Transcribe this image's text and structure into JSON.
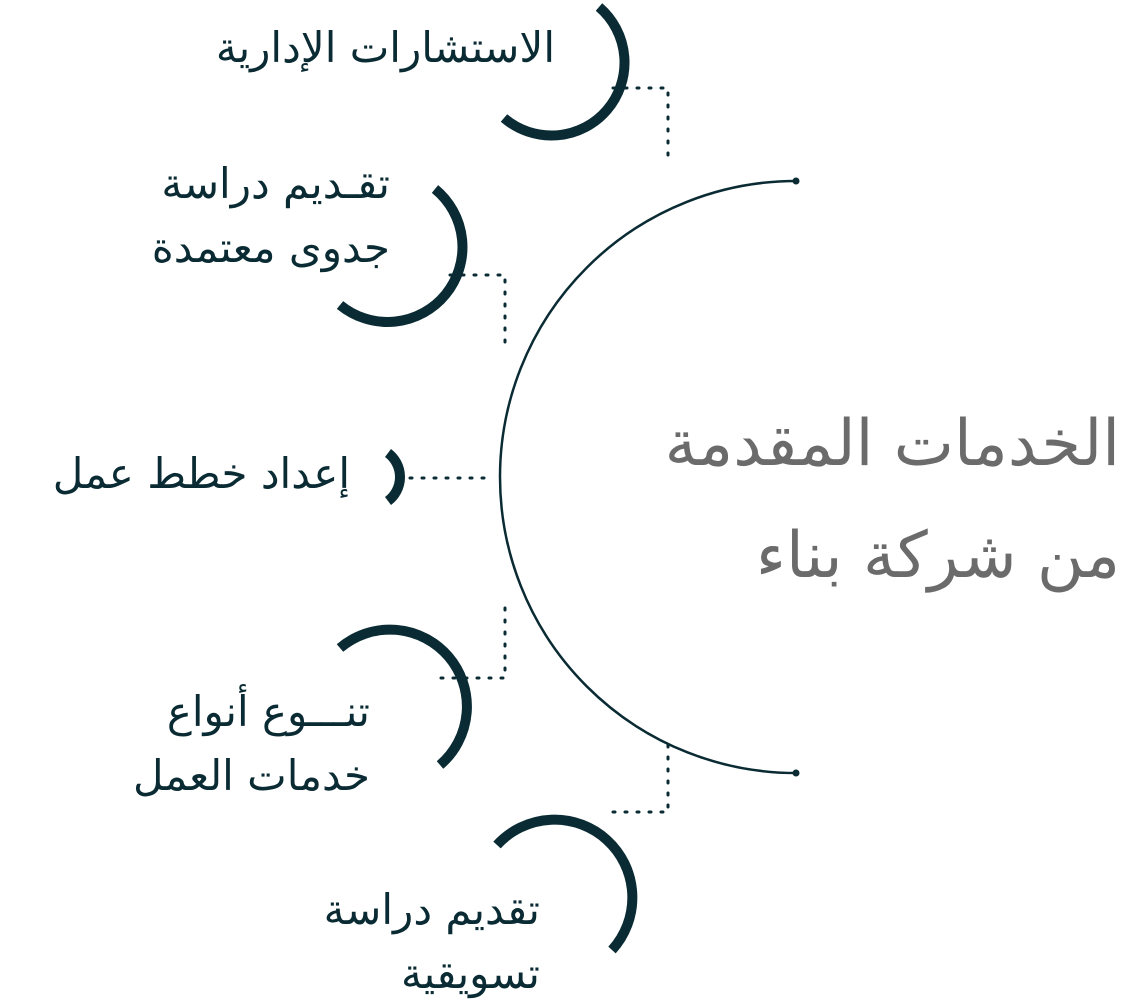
{
  "center": {
    "line1": "الخدمات المقدمة",
    "line2": "من شركة بناء"
  },
  "services": [
    {
      "lines": [
        "الاستشارات الإدارية"
      ]
    },
    {
      "lines": [
        "تقـديم دراسة",
        "جدوى معتمدة"
      ]
    },
    {
      "lines": [
        "إعداد خطط عمل"
      ]
    },
    {
      "lines": [
        "تنـــوع أنواع",
        "خدمات العمل"
      ]
    },
    {
      "lines": [
        "تقديم دراسة",
        "تسويقية"
      ]
    }
  ],
  "colors": {
    "dark": "#0a2b33",
    "title": "#6b6b6b"
  }
}
